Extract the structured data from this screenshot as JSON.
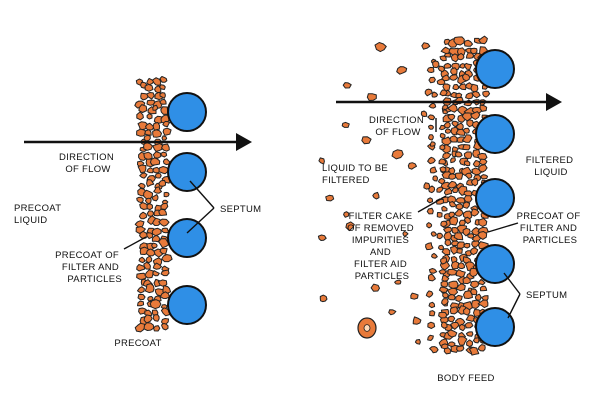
{
  "colors": {
    "particle_fill": "#e87a3a",
    "particle_stroke": "#222222",
    "septum_fill": "#2f8fe6",
    "septum_stroke": "#111111",
    "line": "#111111"
  },
  "precoat_panel": {
    "direction_of_flow": [
      "DIRECTION",
      "OF FLOW"
    ],
    "precoat_liquid": [
      "PRECOAT",
      "LIQUID"
    ],
    "septum": "SEPTUM",
    "precoat_of_filter": [
      "PRECOAT OF",
      "FILTER AND",
      "PARTICLES"
    ],
    "caption": "PRECOAT"
  },
  "body_feed_panel": {
    "direction_of_flow": [
      "DIRECTION",
      "OF FLOW"
    ],
    "liquid_to_be_filtered": [
      "LIQUID TO BE",
      "FILTERED"
    ],
    "filtered_liquid": [
      "FILTERED",
      "LIQUID"
    ],
    "filter_cake": [
      "FILTER CAKE",
      "OF REMOVED",
      "IMPURITIES",
      "AND",
      "FILTER AID",
      "PARTICLES"
    ],
    "precoat_of_filter": [
      "PRECOAT OF",
      "FILTER AND",
      "PARTICLES"
    ],
    "septum": "SEPTUM",
    "caption": "BODY FEED"
  },
  "icons": {
    "flow_arrow": "arrow-right-icon",
    "septum_disc": "circle-icon",
    "particle": "irregular-blob-icon"
  }
}
